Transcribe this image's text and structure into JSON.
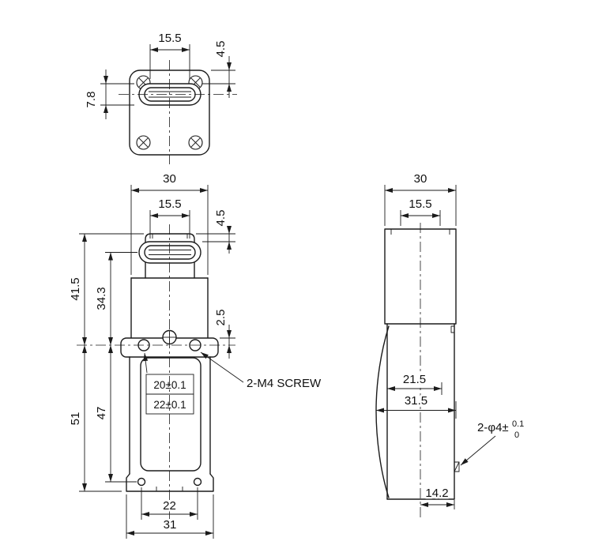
{
  "top_view": {
    "slot_width": "15.5",
    "top_to_slot": "4.5",
    "slot_height": "7.8"
  },
  "front_view": {
    "width": "30",
    "slot_width": "15.5",
    "head_to_slot": "4.5",
    "head_to_holes": "41.5",
    "slot_to_holes": "34.3",
    "plate_to_holes": "2.5",
    "holes_to_base": "51",
    "holes_to_feet": "47",
    "hole_pitch_a": "20±0.1",
    "hole_pitch_b": "22±0.1",
    "screw_note": "2-M4 SCREW",
    "base_hole_pitch": "22",
    "base_width": "31"
  },
  "side_view": {
    "depth": "30",
    "head_depth": "15.5",
    "inner_depth": "21.5",
    "overall_depth": "31.5",
    "hole_note": "2-φ4±",
    "hole_tol_upper": "0.1",
    "hole_tol_lower": "0",
    "base_offset": "14.2"
  }
}
